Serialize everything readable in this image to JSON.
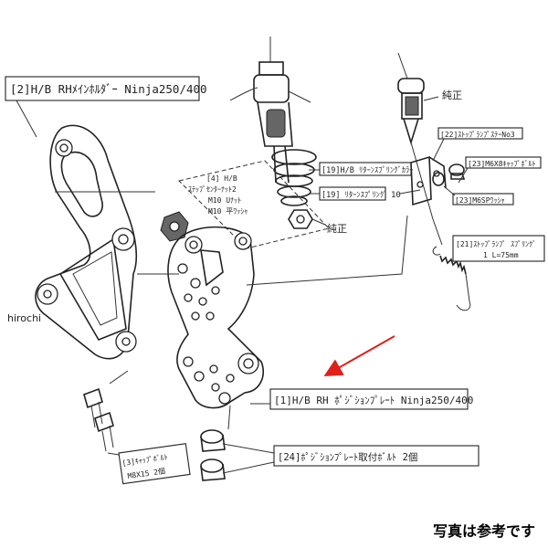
{
  "labels": {
    "main_holder": "[2]H/B RHﾒｲﾝﾎﾙﾀﾞｰ Ninja250/400",
    "oem_top": "純正",
    "stop_lamp_stay": "[22]ｽﾄｯﾌﾟﾗﾝﾌﾟｽﾃｰNo3",
    "return_spring_collar": "[19]H/B ﾘﾀｰﾝｽﾌﾟﾘﾝｸﾞｶﾗｰ",
    "return_spring": "[19] ﾘﾀｰﾝｽﾌﾟﾘﾝｸﾞ",
    "return_spring_qty": "10",
    "cap_bolt_m6": "[23]M6X8ｷｬｯﾌﾟﾎﾞﾙﾄ",
    "washer_m6": "[23]M6SPﾜｯｼｬ",
    "step_center_line1": "[4] H/B",
    "step_center_line2": "ｽﾃｯﾌﾟｾﾝﾀｰﾅｯﾄ2",
    "step_center_line3": "M10 Uﾅｯﾄ",
    "step_center_line4": "M10 平ﾜｯｼｬ",
    "oem_nut": "純正",
    "stop_spring_line1": "[21]ｽﾄｯﾌﾟﾗﾝﾌﾟ ｽﾌﾟﾘﾝｸﾞ",
    "stop_spring_line2": "1  L=75mm",
    "position_plate": "[1]H/B RH ﾎﾟｼﾞｼｮﾝﾌﾟﾚｰﾄ Ninja250/400",
    "cap_bolt_line1": "[3]ｷｬｯﾌﾟﾎﾞﾙﾄ",
    "cap_bolt_line2": "M8X15  2個",
    "plate_bolt": "[24]ﾎﾟｼﾞｼｮﾝﾌﾟﾚｰﾄ取付ﾎﾞﾙﾄ  2個"
  },
  "watermark": "hirochi",
  "caption": "写真は参考です",
  "colors": {
    "arrow": "#e0201a",
    "line": "#222222"
  }
}
